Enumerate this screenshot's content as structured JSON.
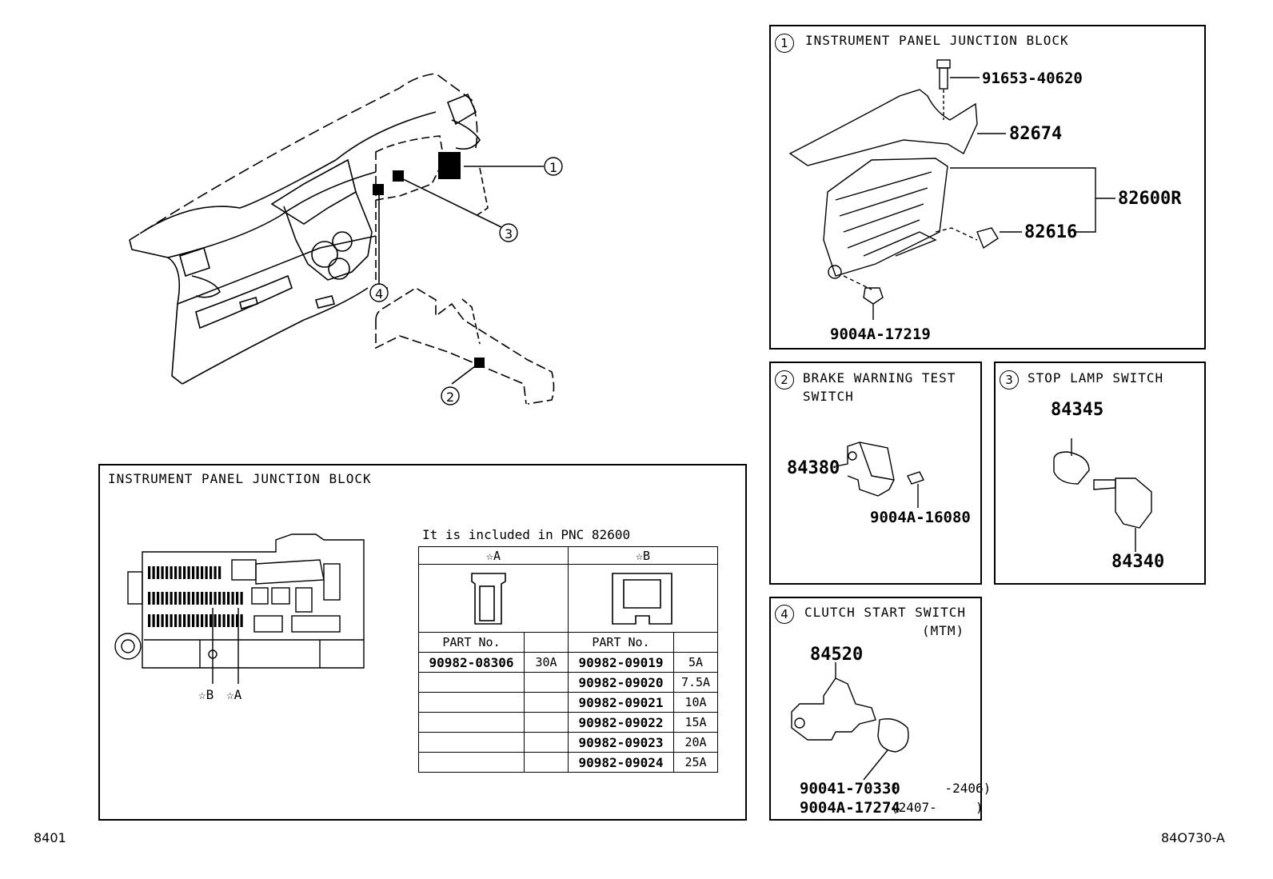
{
  "callouts": {
    "c1": "1",
    "c2": "2",
    "c3": "3",
    "c4": "4"
  },
  "panel1": {
    "number": "1",
    "title": "INSTRUMENT PANEL JUNCTION BLOCK",
    "parts": [
      "91653-40620",
      "82674",
      "82600R",
      "82616",
      "9004A-17219"
    ]
  },
  "panel2": {
    "number": "2",
    "title_line1": "BRAKE WARNING TEST",
    "title_line2": "SWITCH",
    "parts": [
      "84380",
      "9004A-16080"
    ]
  },
  "panel3": {
    "number": "3",
    "title": "STOP LAMP SWITCH",
    "parts": [
      "84345",
      "84340"
    ]
  },
  "panel4": {
    "number": "4",
    "title": "CLUTCH START SWITCH",
    "subtitle": "(MTM)",
    "parts": [
      "84520",
      "90041-70330",
      "9004A-17274"
    ],
    "ranges": [
      "(      -2406)",
      "(2407-     )"
    ]
  },
  "junction": {
    "title": "INSTRUMENT PANEL JUNCTION BLOCK",
    "included": "It is included in PNC 82600",
    "label_b": "☆B",
    "label_a": "☆A",
    "col_a": "☆A",
    "col_b": "☆B",
    "part_no": "PART No.",
    "rows": [
      {
        "a_part": "90982-08306",
        "a_amp": "30A",
        "b_part": "90982-09019",
        "b_amp": "5A"
      },
      {
        "a_part": "",
        "a_amp": "",
        "b_part": "90982-09020",
        "b_amp": "7.5A"
      },
      {
        "a_part": "",
        "a_amp": "",
        "b_part": "90982-09021",
        "b_amp": "10A"
      },
      {
        "a_part": "",
        "a_amp": "",
        "b_part": "90982-09022",
        "b_amp": "15A"
      },
      {
        "a_part": "",
        "a_amp": "",
        "b_part": "90982-09023",
        "b_amp": "20A"
      },
      {
        "a_part": "",
        "a_amp": "",
        "b_part": "90982-09024",
        "b_amp": "25A"
      }
    ]
  },
  "footer": {
    "left": "8401",
    "right": "84O730-A"
  }
}
